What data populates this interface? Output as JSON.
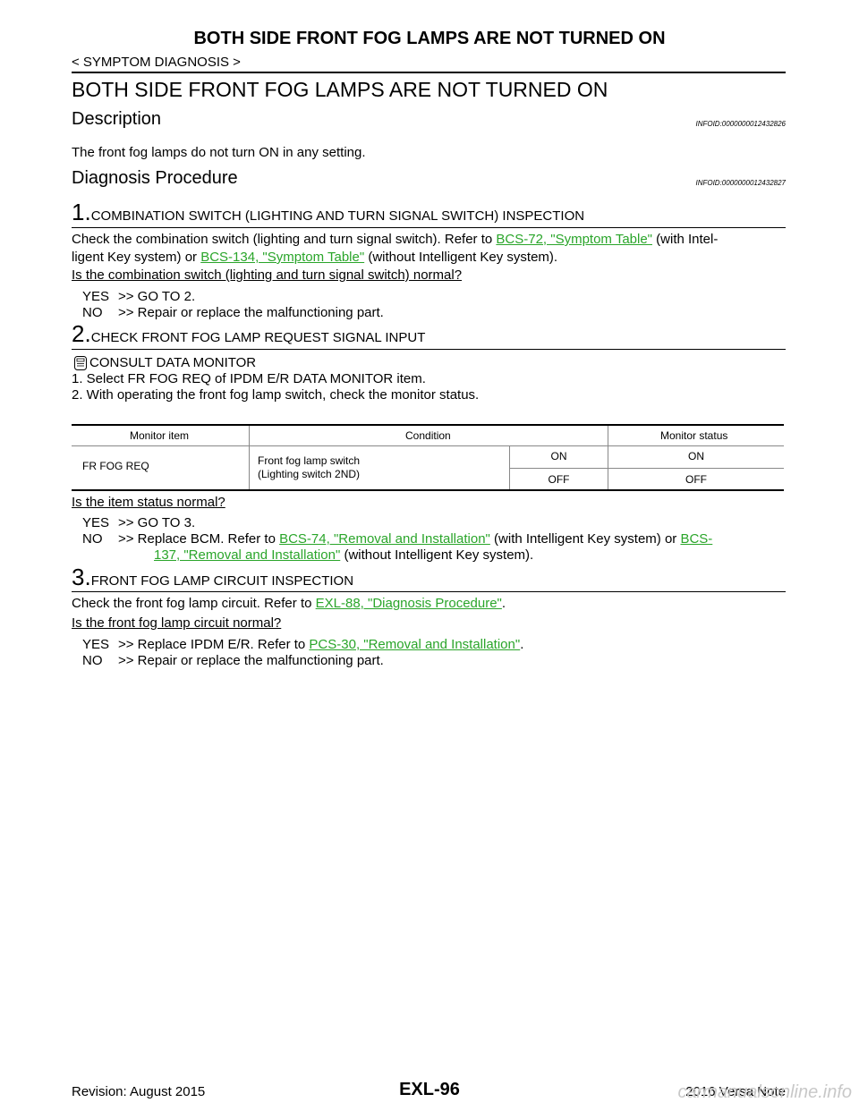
{
  "header": {
    "title": "BOTH SIDE FRONT FOG LAMPS ARE NOT TURNED ON",
    "breadcrumb": "< SYMPTOM DIAGNOSIS >"
  },
  "main_title": "BOTH SIDE FRONT FOG LAMPS ARE NOT TURNED ON",
  "description": {
    "heading": "Description",
    "infoid": "INFOID:0000000012432826",
    "text": "The front fog lamps do not turn ON in any setting."
  },
  "procedure": {
    "heading": "Diagnosis Procedure",
    "infoid": "INFOID:0000000012432827"
  },
  "step1": {
    "num": "1.",
    "title": "COMBINATION SWITCH (LIGHTING AND TURN SIGNAL SWITCH) INSPECTION",
    "text_a": "Check the combination switch (lighting and turn signal switch). Refer to ",
    "link1": "BCS-72, \"Symptom Table\"",
    "text_b": " (with Intel-",
    "text_c": "ligent Key system) or ",
    "link2": "BCS-134, \"Symptom Table\"",
    "text_d": " (without Intelligent Key system).",
    "question": "Is the combination switch (lighting and turn signal switch) normal?",
    "yes_code": "YES",
    "yes": ">> GO TO 2.",
    "no_code": "NO",
    "no": ">> Repair or replace the malfunctioning part."
  },
  "step2": {
    "num": "2.",
    "title": "CHECK FRONT FOG LAMP REQUEST SIGNAL INPUT",
    "consult": "CONSULT DATA MONITOR",
    "item1": "1.   Select FR FOG REQ of IPDM E/R DATA MONITOR item.",
    "item2": "2.   With operating the front fog lamp switch, check the monitor status.",
    "table": {
      "headers": [
        "Monitor item",
        "Condition",
        "Monitor status"
      ],
      "monitor_item": "FR FOG REQ",
      "condition_line1": "Front fog lamp switch",
      "condition_line2": "(Lighting switch 2ND)",
      "rows": [
        {
          "state": "ON",
          "status": "ON"
        },
        {
          "state": "OFF",
          "status": "OFF"
        }
      ]
    },
    "question": "Is the item status normal?",
    "yes_code": "YES",
    "yes": ">> GO TO 3.",
    "no_code": "NO",
    "no_a": ">> Replace BCM. Refer to ",
    "link1": "BCS-74, \"Removal and Installation\"",
    "no_b": " (with Intelligent Key system) or ",
    "link2a": "BCS-",
    "link2b": "137, \"Removal and Installation\"",
    "no_c": " (without Intelligent Key system)."
  },
  "step3": {
    "num": "3.",
    "title": "FRONT FOG LAMP CIRCUIT INSPECTION",
    "text_a": "Check the front fog lamp circuit. Refer to ",
    "link1": "EXL-88, \"Diagnosis Procedure\"",
    "text_b": ".",
    "question": "Is the front fog lamp circuit normal?",
    "yes_code": "YES",
    "yes_a": ">> Replace IPDM E/R. Refer to ",
    "link2": "PCS-30, \"Removal and Installation\"",
    "yes_b": ".",
    "no_code": "NO",
    "no": ">> Repair or replace the malfunctioning part."
  },
  "footer": {
    "revision": "Revision: August 2015",
    "page": "EXL-96",
    "model": "2016 Versa Note",
    "watermark": "carmanualsonline.info"
  },
  "colors": {
    "link": "#2aa52a",
    "text": "#000000"
  },
  "icons": {
    "consult": "monitor-icon"
  }
}
